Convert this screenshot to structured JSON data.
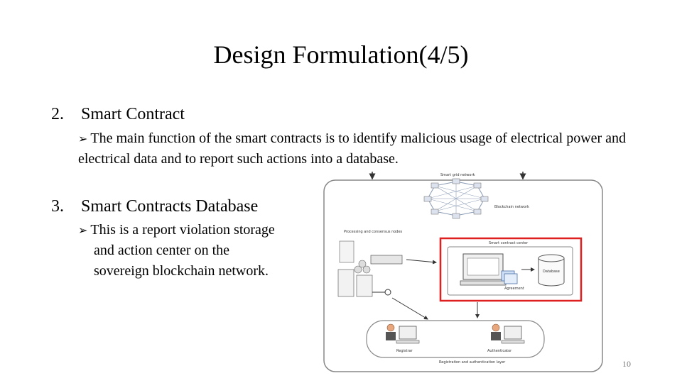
{
  "slide": {
    "title": "Design Formulation(4/5)",
    "page_number": "10"
  },
  "sections": [
    {
      "number": "2.",
      "heading": "Smart Contract",
      "bullet": "The main function of the smart contracts is to identify malicious usage of electrical power and electrical data and to report such actions into a database."
    },
    {
      "number": "3.",
      "heading": "Smart Contracts Database",
      "bullet_lines": [
        "This is a report violation storage",
        "and action center on the",
        "sovereign blockchain network."
      ]
    }
  ],
  "diagram": {
    "labels": {
      "smart_grid_network": "Smart grid network",
      "blockchain_network": "Blockchain network",
      "processing_nodes": "Processing and consensus nodes",
      "smart_contract_center": "Smart contract center",
      "database": "Database",
      "agreement": "Agreement",
      "registrar": "Registrar",
      "authenticator": "Authenticator",
      "reg_auth_layer": "Registration and authentication layer"
    },
    "highlight_color": "#e02020"
  }
}
